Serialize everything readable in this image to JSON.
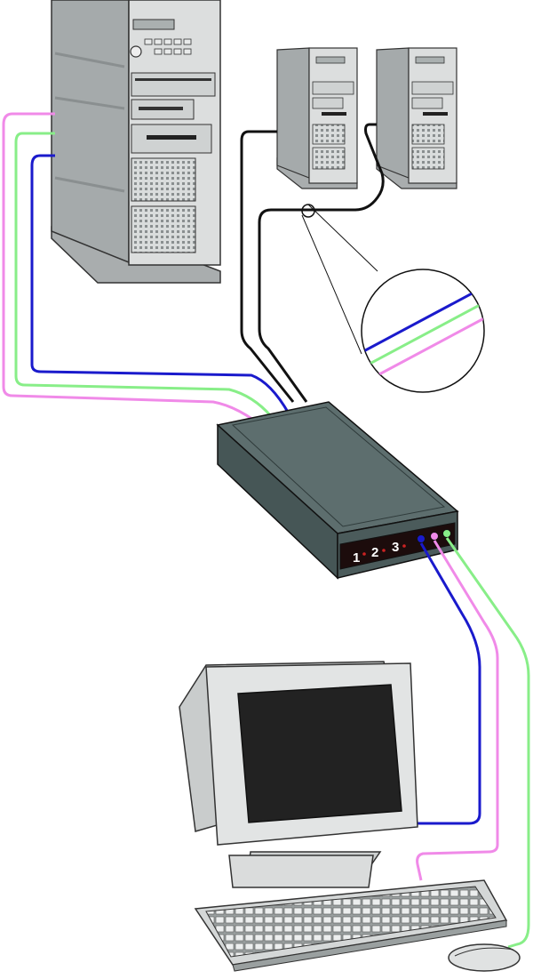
{
  "switch": {
    "ports": [
      {
        "label": "1"
      },
      {
        "label": "2"
      },
      {
        "label": "3"
      }
    ]
  },
  "colors": {
    "cable_blue": "#1a1acc",
    "cable_green": "#88ee88",
    "cable_pink": "#f08ae8",
    "cable_black": "#111111",
    "server_body": "#d6d8d8",
    "switch_body": "#4b5b5b",
    "screen": "#222222"
  },
  "icons": [
    "large-server-icon",
    "server-icon",
    "server-icon",
    "kvm-switch-icon",
    "monitor-icon",
    "keyboard-icon",
    "mouse-icon",
    "cable-magnifier-icon"
  ]
}
